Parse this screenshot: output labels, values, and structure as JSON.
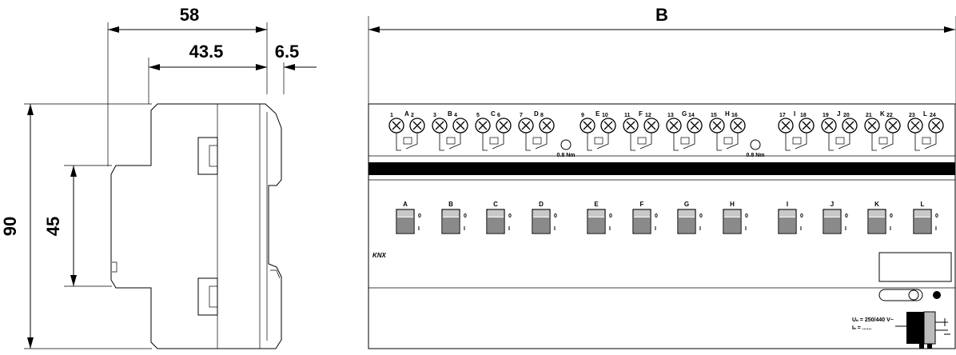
{
  "side_view": {
    "dim_width_total": "58",
    "dim_width_inner": "43.5",
    "dim_width_rail": "6.5",
    "dim_height_total": "90",
    "dim_height_front": "45"
  },
  "front_view": {
    "dim_width": "B",
    "terminal_groups": [
      {
        "letter": "A",
        "n1": "1",
        "n2": "2"
      },
      {
        "letter": "B",
        "n1": "3",
        "n2": "4"
      },
      {
        "letter": "C",
        "n1": "5",
        "n2": "6"
      },
      {
        "letter": "D",
        "n1": "7",
        "n2": "8"
      },
      {
        "letter": "E",
        "n1": "9",
        "n2": "10"
      },
      {
        "letter": "F",
        "n1": "11",
        "n2": "12"
      },
      {
        "letter": "G",
        "n1": "13",
        "n2": "14"
      },
      {
        "letter": "H",
        "n1": "15",
        "n2": "16"
      },
      {
        "letter": "I",
        "n1": "17",
        "n2": "18"
      },
      {
        "letter": "J",
        "n1": "19",
        "n2": "20"
      },
      {
        "letter": "K",
        "n1": "21",
        "n2": "22"
      },
      {
        "letter": "L",
        "n1": "23",
        "n2": "24"
      }
    ],
    "torque": "0.8 Nm",
    "switches": [
      "A",
      "B",
      "C",
      "D",
      "E",
      "F",
      "G",
      "H",
      "I",
      "J",
      "K",
      "L"
    ],
    "switch_on": "0",
    "switch_off": "I",
    "knx_logo": "KNX",
    "supply_line1": "Uₙ = 250/440 V~",
    "supply_line2": "Iₙ = ......"
  }
}
